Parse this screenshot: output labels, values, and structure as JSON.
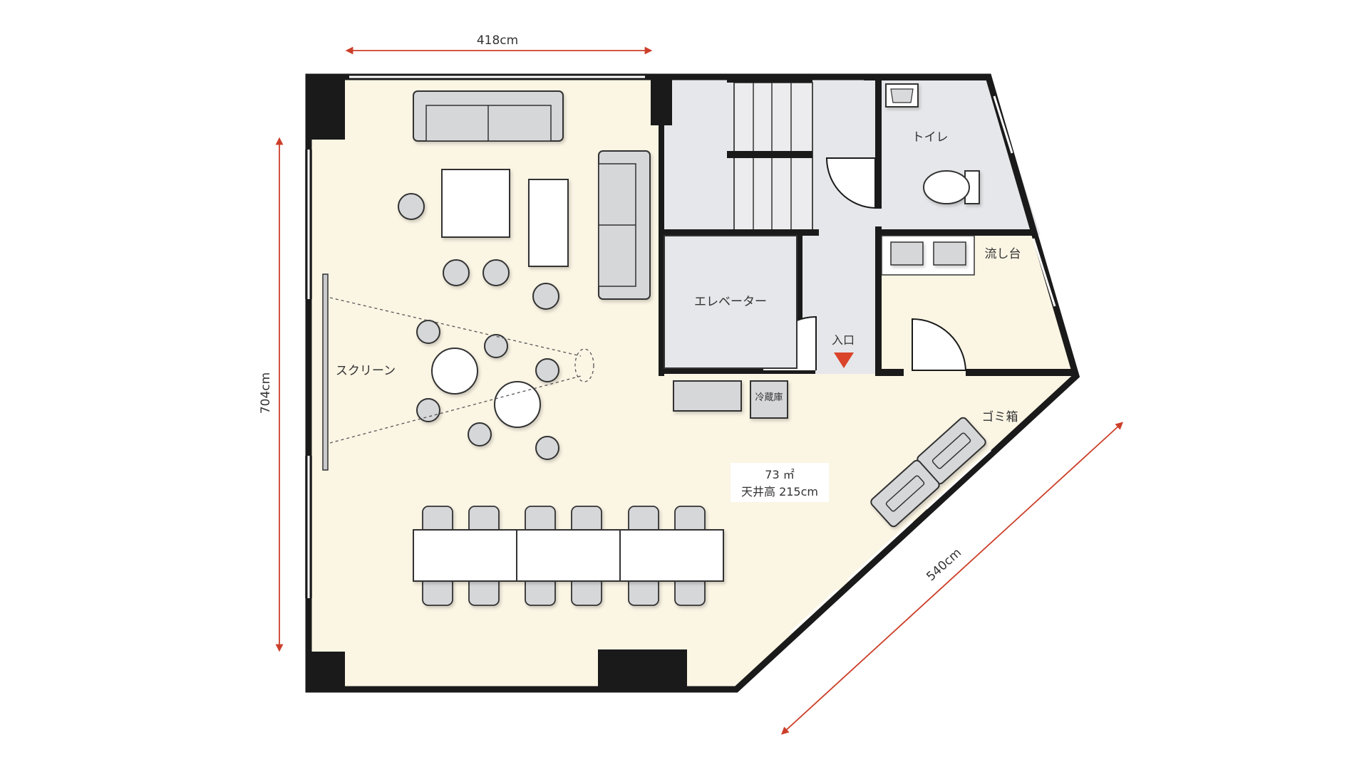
{
  "dimensions": {
    "top_width": "418cm",
    "left_height": "704cm",
    "diagonal_length": "540cm"
  },
  "rooms": {
    "toilet": "トイレ",
    "sink": "流し台",
    "elevator": "エレベーター",
    "entrance": "入口",
    "screen": "スクリーン",
    "fridge": "冷蔵庫",
    "trash": "ゴミ箱"
  },
  "info": {
    "area": "73 ㎡",
    "ceiling": "天井高 215cm"
  },
  "colors": {
    "floor": "#fbf5e4",
    "service_area": "#e6e7ea",
    "wall": "#1a1a1a",
    "furniture": "#d6d7d9",
    "dimension_line": "#cc3f2a",
    "entrance_arrow": "#d9442b"
  }
}
